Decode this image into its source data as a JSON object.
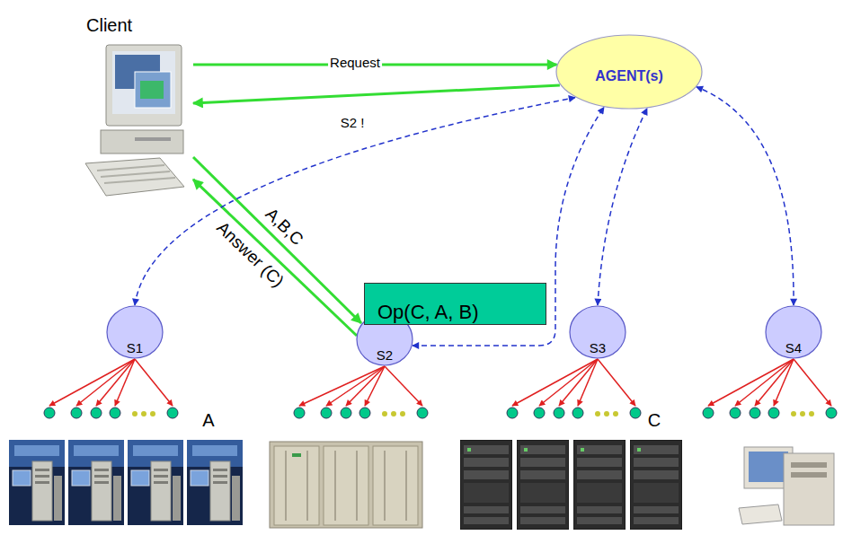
{
  "diagram": {
    "nodes": [
      {
        "text": [
          "Client"
        ]
      },
      {
        "text": [
          "AGENT(s)"
        ]
      },
      {
        "text": [
          "Op(C, A, B)"
        ]
      },
      {
        "text": [
          "S1"
        ]
      },
      {
        "text": [
          "S2"
        ]
      },
      {
        "text": [
          "S3"
        ]
      },
      {
        "text": [
          "S4"
        ]
      }
    ],
    "edges": [
      {
        "from": 0,
        "to": 1,
        "arrow": "to",
        "label": "Request"
      },
      {
        "from": 1,
        "to": 0,
        "arrow": "to",
        "label": "S2 !"
      },
      {
        "from": 0,
        "to": 4,
        "arrow": "to",
        "label": "A,B,C"
      },
      {
        "from": 4,
        "to": 0,
        "arrow": "to",
        "label": "Answer (C)"
      },
      {
        "from": 3,
        "to": 1,
        "arrow": "both"
      },
      {
        "from": 4,
        "to": 1,
        "arrow": "both"
      },
      {
        "from": 5,
        "to": 1,
        "arrow": "both"
      },
      {
        "from": 6,
        "to": 1,
        "arrow": "both"
      }
    ],
    "labels": [
      "A",
      "C"
    ]
  }
}
